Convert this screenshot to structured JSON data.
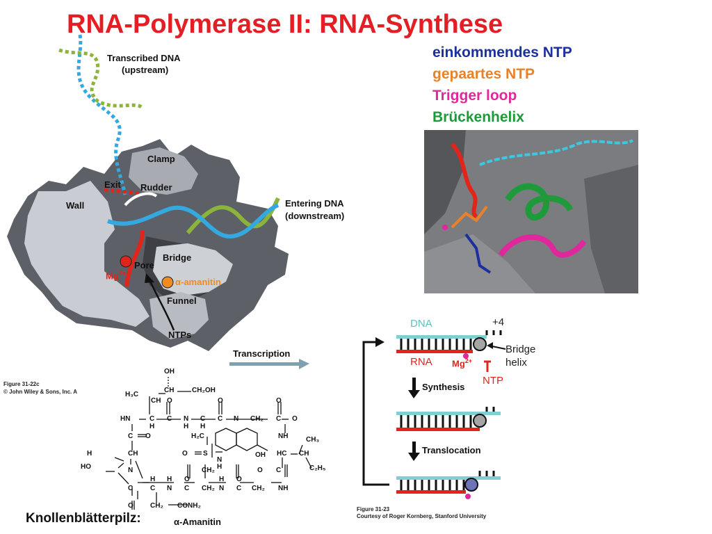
{
  "title": "RNA-Polymerase II: RNA-Synthese",
  "legend": {
    "items": [
      {
        "label": "einkommendes NTP",
        "color": "#1b2f9e"
      },
      {
        "label": "gepaartes NTP",
        "color": "#e8822a"
      },
      {
        "label": "Trigger loop",
        "color": "#e0289c"
      },
      {
        "label": "Brückenhelix",
        "color": "#1e9a3a"
      }
    ]
  },
  "structure_diagram": {
    "transcribed_dna": "Transcribed DNA",
    "transcribed_dna_sub": "(upstream)",
    "clamp": "Clamp",
    "exit": "Exit",
    "rudder": "Rudder",
    "wall": "Wall",
    "entering_dna": "Entering DNA",
    "entering_dna_sub": "(downstream)",
    "bridge": "Bridge",
    "pore": "Pore",
    "mg": "Mg",
    "mg_sup": "2+",
    "amanitin": "α-amanitin",
    "funnel": "Funnel",
    "ntps": "NTPs",
    "transcription": "Transcription",
    "figure_line1": "Figure 31-22c",
    "figure_line2": "© John Wiley & Sons, Inc. A"
  },
  "cycle_diagram": {
    "dna": "DNA",
    "plus4": "+4",
    "rna": "RNA",
    "bridge_helix": "Bridge",
    "bridge_helix2": "helix",
    "mg": "Mg",
    "mg_sup": "2+",
    "ntp": "NTP",
    "synthesis": "Synthesis",
    "translocation": "Translocation",
    "figure_line1": "Figure 31-23",
    "figure_line2": "Courtesy of Roger Kornberg, Stanford University"
  },
  "chem": {
    "caption_prefix": "Knollenblätterpilz:",
    "name": "α-Amanitin",
    "labels": {
      "oh": "OH",
      "ch": "CH",
      "ch2oh": "CH₂OH",
      "h3c": "H₃C",
      "o": "O",
      "hn": "HN",
      "c": "C",
      "h": "H",
      "n": "N",
      "ch2": "CH₂",
      "nh": "NH",
      "s": "S",
      "ho": "HO",
      "hc": "HC",
      "ch3": "CH₃",
      "c2h5": "C₂H₅",
      "conh2": "CONH₂",
      "h2c": "H₂C"
    }
  }
}
